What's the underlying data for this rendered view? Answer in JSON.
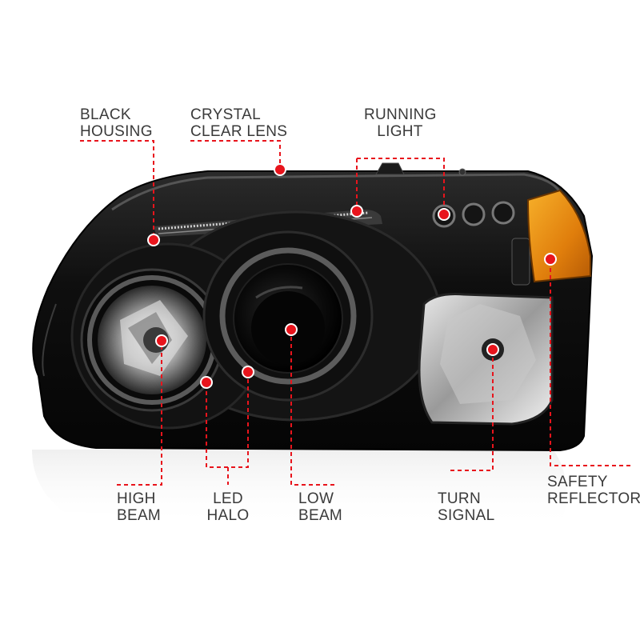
{
  "callouts": {
    "black_housing": {
      "line1": "BLACK",
      "line2": "HOUSING"
    },
    "crystal_clear_lens": {
      "line1": "CRYSTAL",
      "line2": "CLEAR LENS"
    },
    "running_light": {
      "line1": "RUNNING",
      "line2": "LIGHT"
    },
    "high_beam": {
      "line1": "HIGH",
      "line2": "BEAM"
    },
    "led_halo": {
      "line1": "LED",
      "line2": "HALO"
    },
    "low_beam": {
      "line1": "LOW",
      "line2": "BEAM"
    },
    "turn_signal": {
      "line1": "TURN",
      "line2": "SIGNAL"
    },
    "safety_reflector": {
      "line1": "SAFETY",
      "line2": "REFLECTOR"
    }
  },
  "colors": {
    "callout_red": "#e8141c",
    "label_text": "#3a3a3a",
    "housing_black": "#0d0d0d",
    "reflector_amber": "#e08a10"
  }
}
